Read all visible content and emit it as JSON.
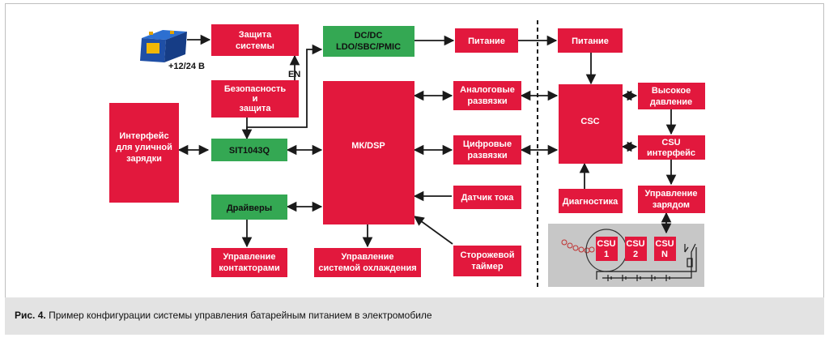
{
  "colors": {
    "red": "#e2183d",
    "green": "#34a853",
    "panel": "#c7c7c7",
    "line": "#1a1a1a"
  },
  "battery_label": "+12/24 В",
  "en_label": "EN",
  "blocks": {
    "zashchita": [
      "Защита",
      "системы"
    ],
    "dcdc": [
      "DC/DC",
      "LDO/SBC/PMIC"
    ],
    "pitanie_left": [
      "Питание"
    ],
    "pitanie_right": [
      "Питание"
    ],
    "bezopasnost": [
      "Безопасность",
      "и",
      "защита"
    ],
    "interface": [
      "Интерфейс",
      "для уличной",
      "зарядки"
    ],
    "sit": [
      "SIT1043Q"
    ],
    "mcu": [
      "МК/DSP"
    ],
    "analog": [
      "Аналоговые",
      "развязки"
    ],
    "digital": [
      "Цифровые",
      "развязки"
    ],
    "csc": [
      "CSC"
    ],
    "vysokoe": [
      "Высокое",
      "давление"
    ],
    "csu_if": [
      "CSU",
      "интерфейс"
    ],
    "draivery": [
      "Драйверы"
    ],
    "datchik": [
      "Датчик тока"
    ],
    "diagnostika": [
      "Диагностика"
    ],
    "upr_zaryadom": [
      "Управление",
      "зарядом"
    ],
    "upr_kontakt": [
      "Управление",
      "контакторами"
    ],
    "upr_ohlazhd": [
      "Управление",
      "системой охлаждения"
    ],
    "storozh": [
      "Сторожевой",
      "таймер"
    ],
    "csu1": [
      "CSU",
      "1"
    ],
    "csu2": [
      "CSU",
      "2"
    ],
    "csun": [
      "CSU",
      "N"
    ]
  },
  "caption": {
    "prefix": "Рис. 4.",
    "text": " Пример конфигурации системы управления батарейным питанием в электромобиле"
  }
}
